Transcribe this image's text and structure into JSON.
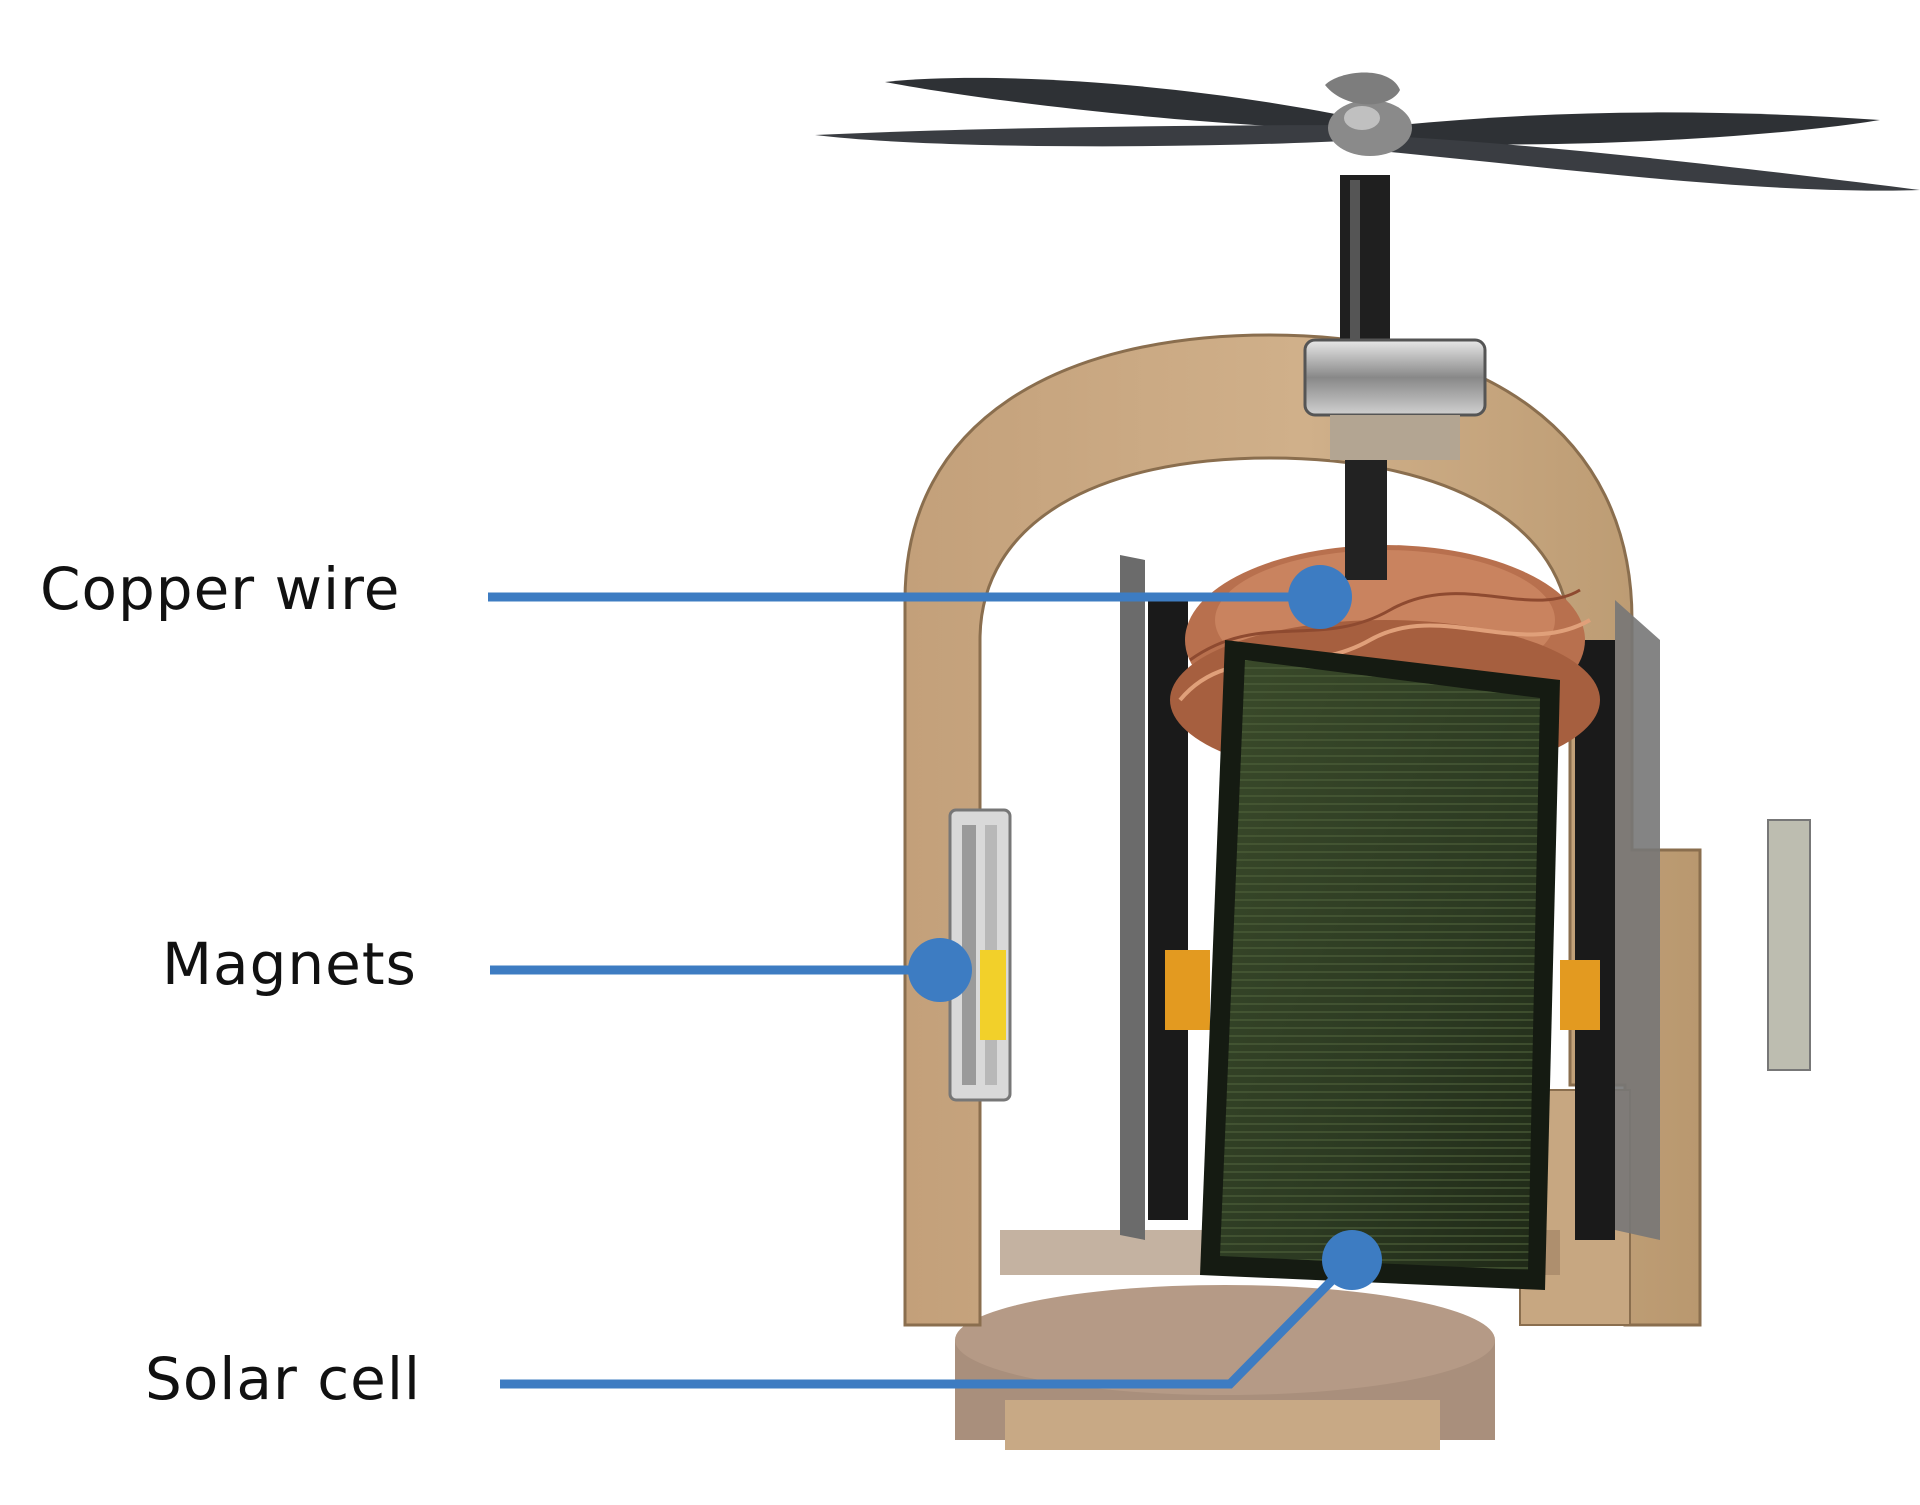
{
  "labels": {
    "copper_wire": "Copper wire",
    "magnets": "Magnets",
    "solar_cell": "Solar cell"
  },
  "colors": {
    "callout": "#3d7cc2",
    "wood": "#c9a77f",
    "wood_dark": "#a98a66",
    "base": "#b59373",
    "propeller": "#2e3135",
    "shaft": "#222222",
    "solar_panel": "#2d3a22",
    "solar_frame": "#151b12",
    "copper": "#b8704e",
    "magnet_yellow": "#f2d02a"
  },
  "icons": [
    "propeller-icon",
    "solar-cell-icon",
    "magnet-icon",
    "copper-coil-icon"
  ]
}
